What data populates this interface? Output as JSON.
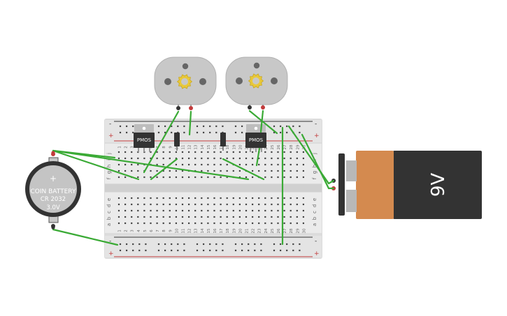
{
  "breadboard": {
    "columns": 30,
    "row_letters_top": [
      "j",
      "i",
      "h",
      "g",
      "f"
    ],
    "row_letters_bottom": [
      "e",
      "d",
      "c",
      "b",
      "a"
    ],
    "rail_minus": "-",
    "rail_plus": "+"
  },
  "transistors": [
    {
      "label": "PMOS"
    },
    {
      "label": "PMOS"
    }
  ],
  "coin_battery": {
    "line1": "COIN BATTERY",
    "line2": "CR 2032",
    "line3": "3.0V",
    "plus_mark": "+"
  },
  "battery_9v": {
    "label": "9V"
  },
  "colors": {
    "wire": "#3aaa35",
    "rail_red": "#c23b3b",
    "rail_blue": "#333333",
    "battery_orange": "#d48a4f",
    "battery_dark": "#333333",
    "motor_gray": "#c8c8c8",
    "gear_yellow": "#e8c83a"
  },
  "icons": {
    "motor_shaft": "gear-icon"
  }
}
